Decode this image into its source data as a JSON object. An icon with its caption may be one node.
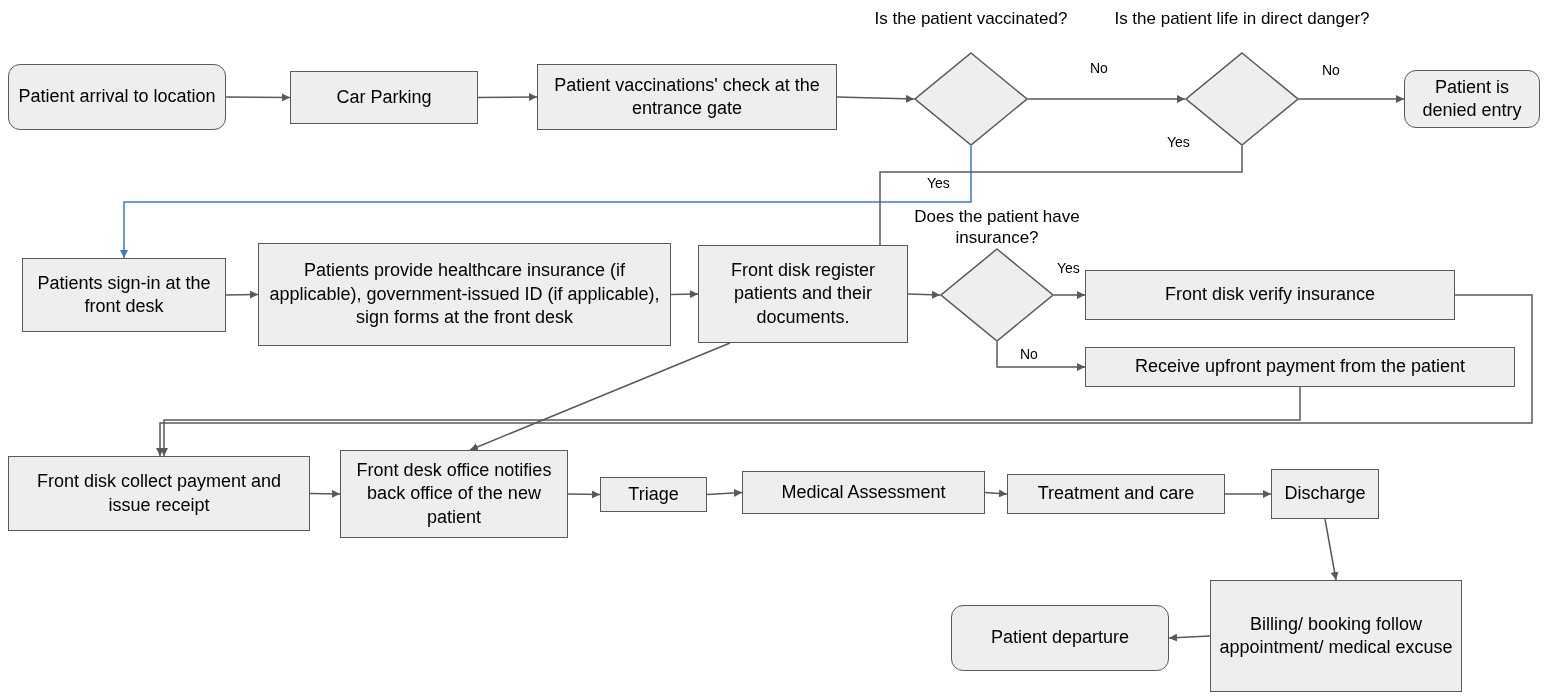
{
  "diagram": {
    "nodes": [
      {
        "text": [
          "Patient arrival to location"
        ]
      },
      {
        "text": [
          "Car Parking"
        ]
      },
      {
        "text": [
          "Patient vaccinations' check at the entrance gate"
        ]
      },
      {
        "text": [
          "Is the patient vaccinated?"
        ]
      },
      {
        "text": [
          "Is the patient life in direct danger?"
        ]
      },
      {
        "text": [
          "Patient is denied entry"
        ]
      },
      {
        "text": [
          "Patients sign-in at the front desk"
        ]
      },
      {
        "text": [
          "Patients provide healthcare insurance (if applicable), government-issued ID (if applicable), sign forms at the front desk"
        ]
      },
      {
        "text": [
          "Front disk register patients and their documents."
        ]
      },
      {
        "text": [
          "Does the patient have insurance?"
        ]
      },
      {
        "text": [
          "Front disk verify insurance"
        ]
      },
      {
        "text": [
          "Receive upfront payment from the patient"
        ]
      },
      {
        "text": [
          "Front disk collect payment and issue receipt"
        ]
      },
      {
        "text": [
          "Front desk office notifies back office of the new patient"
        ]
      },
      {
        "text": [
          "Triage"
        ]
      },
      {
        "text": [
          "Medical Assessment"
        ]
      },
      {
        "text": [
          "Treatment and care"
        ]
      },
      {
        "text": [
          "Discharge"
        ]
      },
      {
        "text": [
          "Billing/ booking follow appointment/ medical excuse"
        ]
      },
      {
        "text": [
          "Patient departure"
        ]
      }
    ],
    "edges": [
      {
        "from": 0,
        "to": 1,
        "arrow": "to"
      },
      {
        "from": 1,
        "to": 2,
        "arrow": "to"
      },
      {
        "from": 2,
        "to": 3,
        "arrow": "to"
      },
      {
        "from": 3,
        "to": 4,
        "label": "No",
        "arrow": "to"
      },
      {
        "from": 4,
        "to": 5,
        "label": "No",
        "arrow": "to"
      },
      {
        "from": 3,
        "to": 6,
        "label": "Yes",
        "arrow": "to",
        "color": "#3c78d8"
      },
      {
        "from": 4,
        "to": 8,
        "label": "Yes",
        "arrow": "none"
      },
      {
        "from": 6,
        "to": 7,
        "arrow": "to"
      },
      {
        "from": 7,
        "to": 8,
        "arrow": "to"
      },
      {
        "from": 8,
        "to": 9,
        "arrow": "to"
      },
      {
        "from": 9,
        "to": 10,
        "label": "Yes",
        "arrow": "to"
      },
      {
        "from": 9,
        "to": 11,
        "label": "No",
        "arrow": "to"
      },
      {
        "from": 10,
        "to": 12,
        "arrow": "to"
      },
      {
        "from": 11,
        "to": 12,
        "arrow": "to"
      },
      {
        "from": 8,
        "to": 13,
        "arrow": "to"
      },
      {
        "from": 12,
        "to": 13,
        "arrow": "to"
      },
      {
        "from": 13,
        "to": 14,
        "arrow": "to"
      },
      {
        "from": 14,
        "to": 15,
        "arrow": "to"
      },
      {
        "from": 15,
        "to": 16,
        "arrow": "to"
      },
      {
        "from": 16,
        "to": 17,
        "arrow": "to"
      },
      {
        "from": 17,
        "to": 18,
        "arrow": "to"
      },
      {
        "from": 18,
        "to": 19,
        "arrow": "to"
      }
    ]
  }
}
